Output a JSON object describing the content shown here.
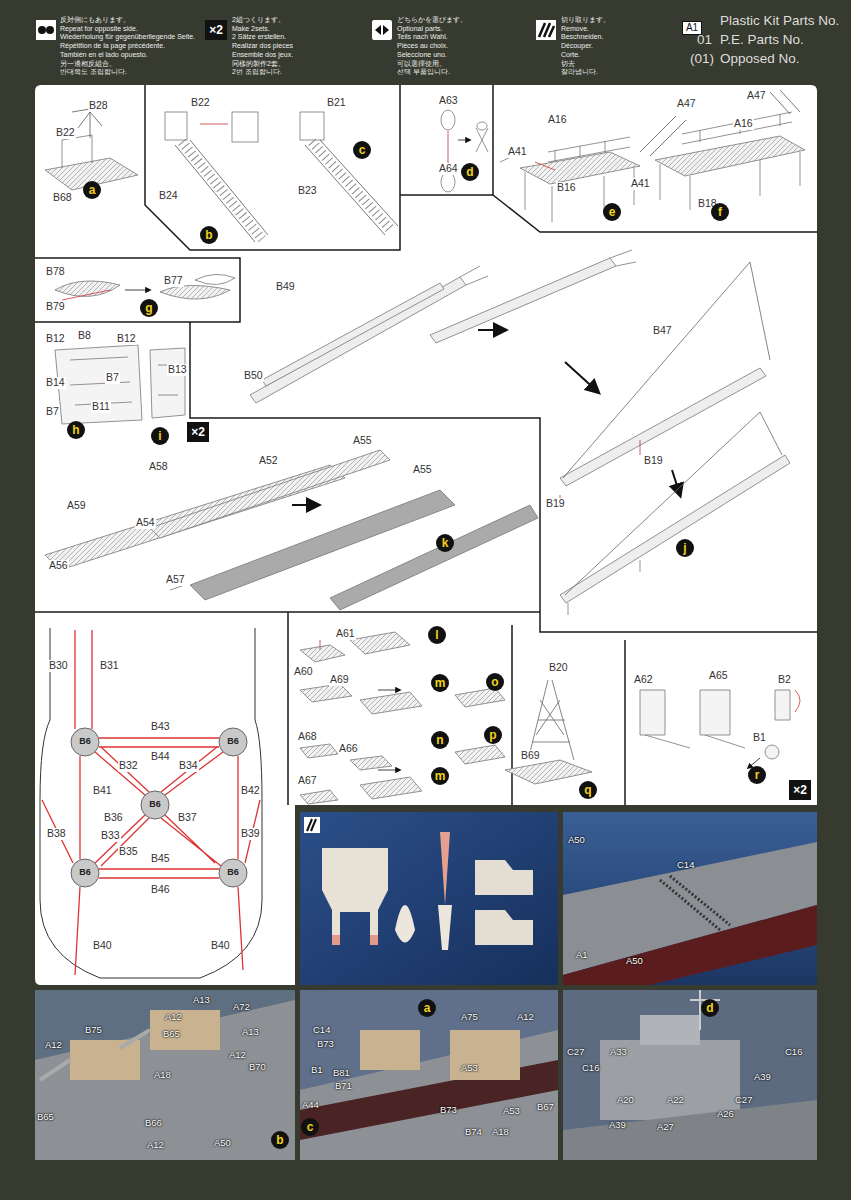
{
  "diagram": {
    "nodes": [
      {
        "text": [
          "×2"
        ]
      },
      {
        "text": [
          "A1"
        ]
      },
      {
        "text": [
          "a"
        ]
      },
      {
        "text": [
          "b"
        ]
      },
      {
        "text": [
          "c"
        ]
      },
      {
        "text": [
          "d"
        ]
      },
      {
        "text": [
          "e"
        ]
      },
      {
        "text": [
          "f"
        ]
      },
      {
        "text": [
          "g"
        ]
      },
      {
        "text": [
          "h"
        ]
      },
      {
        "text": [
          "i"
        ]
      },
      {
        "text": [
          "j"
        ]
      },
      {
        "text": [
          "×2"
        ]
      },
      {
        "text": [
          "k"
        ]
      },
      {
        "text": [
          "l"
        ]
      },
      {
        "text": [
          "m"
        ]
      },
      {
        "text": [
          "o"
        ]
      },
      {
        "text": [
          "n"
        ]
      },
      {
        "text": [
          "p"
        ]
      },
      {
        "text": [
          "m"
        ]
      },
      {
        "text": [
          "q"
        ]
      },
      {
        "text": [
          "r"
        ]
      },
      {
        "text": [
          "×2"
        ]
      },
      {
        "text": [
          "a"
        ]
      },
      {
        "text": [
          "d"
        ]
      },
      {
        "text": [
          "c"
        ]
      },
      {
        "text": [
          "b"
        ]
      }
    ],
    "labels": [
      "反対側にもあります。",
      "Repeat for opposite side.",
      "Wiederholung für gegenüberliegende Seite.",
      "Répétition de la page précédente.",
      "También en el lado opuesto.",
      "另一邊相反組合。",
      "반대쪽도 조립합니다.",
      "2組つくります。",
      "Make 2sets.",
      "2 Sätze erstellen.",
      "Realizar dos pieces",
      "Ensemble dos jeux.",
      "同樣的製作2套。",
      "2번 조립합니다.",
      "どちらかを選びます。",
      "Optional parts.",
      "Teils nach Wahl.",
      "Pièces au choix.",
      "Seleccione uno.",
      "可以選擇使用。",
      "선택 부품입니다.",
      "切り取ります。",
      "Remove.",
      "Beschneiden.",
      "Découper.",
      "Corte.",
      "切去",
      "잘라냅니다.",
      "Plastic Kit Parts No.",
      "01",
      "P.E. Parts No.",
      "(01)",
      "Opposed No.",
      "B28",
      "B22",
      "B68",
      "B22",
      "B24",
      "B21",
      "B23",
      "A63",
      "A64",
      "A16",
      "A47",
      "A41",
      "B16",
      "A47",
      "A16",
      "A41",
      "B18",
      "B78",
      "B77",
      "B79",
      "B12",
      "B8",
      "B12",
      "B14",
      "B7",
      "B7",
      "B11",
      "B13",
      "B49",
      "B50",
      "B47",
      "B19",
      "B19",
      "A55",
      "A58",
      "A52",
      "A55",
      "A59",
      "A54",
      "A56",
      "A57",
      "A61",
      "A60",
      "A69",
      "A68",
      "A66",
      "A67",
      "B20",
      "B69",
      "A62",
      "A65",
      "B2",
      "B1",
      "B30",
      "B31",
      "B6",
      "B6",
      "B43",
      "B44",
      "B41",
      "B32",
      "B34",
      "B42",
      "B36",
      "B6",
      "B37",
      "B33",
      "B35",
      "B38",
      "B39",
      "B6",
      "B6",
      "B45",
      "B46",
      "B40",
      "B40",
      "A50",
      "C14",
      "A1",
      "A50",
      "A13",
      "A72",
      "A12",
      "B75",
      "B65",
      "A13",
      "A12",
      "A12",
      "B70",
      "A18",
      "B65",
      "B66",
      "A12",
      "A50",
      "A75",
      "A12",
      "C14",
      "B73",
      "B1",
      "A53",
      "B81",
      "B71",
      "A44",
      "B73",
      "A53",
      "B67",
      "B74",
      "A18",
      "C27",
      "A33",
      "C16",
      "C16",
      "A39",
      "A20",
      "A22",
      "C27",
      "A26",
      "A39",
      "A27"
    ]
  }
}
